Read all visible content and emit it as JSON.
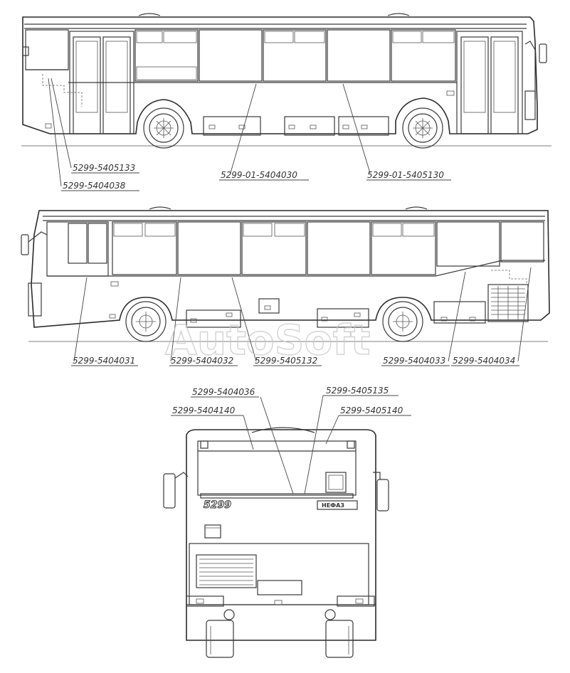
{
  "watermark": "AutoSoft",
  "labels": [
    {
      "id": "l1",
      "text": "5299-5405133"
    },
    {
      "id": "l2",
      "text": "5299-5404038"
    },
    {
      "id": "l3",
      "text": "5299-01-5404030"
    },
    {
      "id": "l4",
      "text": "5299-01-5405130"
    },
    {
      "id": "l5",
      "text": "5299-5404031"
    },
    {
      "id": "l6",
      "text": "5299-5404032"
    },
    {
      "id": "l7",
      "text": "5299-5405132"
    },
    {
      "id": "l8",
      "text": "5299-5404033"
    },
    {
      "id": "l9",
      "text": "5299-5404034"
    },
    {
      "id": "l10",
      "text": "5299-5404036"
    },
    {
      "id": "l11",
      "text": "5299-5405135"
    },
    {
      "id": "l12",
      "text": "5299-5404140"
    },
    {
      "id": "l13",
      "text": "5299-5405140"
    }
  ],
  "rear_model_plate": "5299",
  "rear_brand_plate": "НЕФАЗ"
}
